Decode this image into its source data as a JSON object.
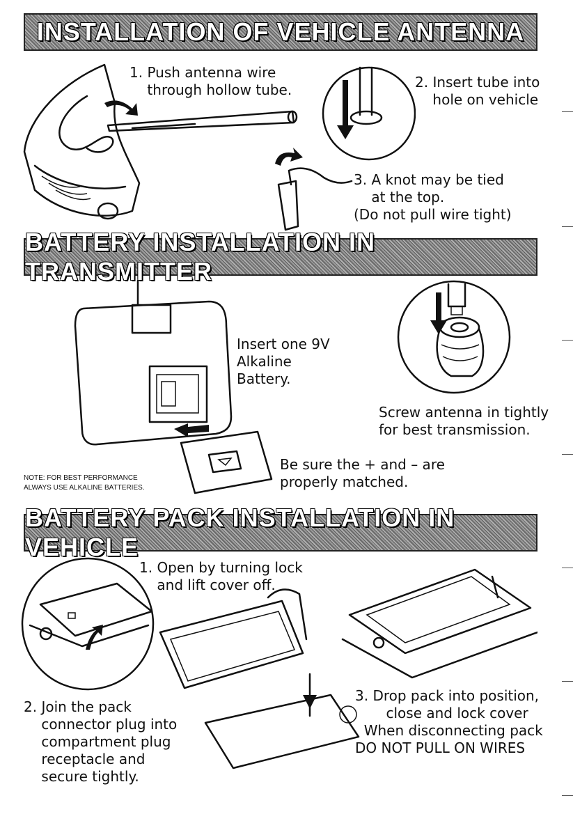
{
  "sections": {
    "antenna": {
      "title": "INSTALLATION OF VEHICLE ANTENNA",
      "step1": "1. Push antenna wire\n    through hollow tube.",
      "step2": "2. Insert tube into\n    hole on vehicle",
      "step3": "3. A knot may be tied\n    at the top.\n(Do not pull wire tight)"
    },
    "transmitter": {
      "title": "BATTERY INSTALLATION IN TRANSMITTER",
      "insert_text": "Insert one 9V\nAlkaline\nBattery.",
      "screw_text": "Screw antenna in tightly\nfor best transmission.",
      "match_text": "Be sure the + and – are\nproperly matched.",
      "note": "NOTE: FOR BEST PERFORMANCE\nALWAYS USE ALKALINE BATTERIES."
    },
    "vehicle": {
      "title": "BATTERY PACK INSTALLATION IN VEHICLE",
      "step1": "1. Open by turning lock\n    and lift cover off.",
      "step2": "2. Join the pack\n    connector plug into\n    compartment plug\n    receptacle and\n    secure tightly.",
      "step3": "3. Drop pack into position,\n       close and lock cover\n  When disconnecting pack\nDO NOT PULL ON WIRES"
    }
  }
}
